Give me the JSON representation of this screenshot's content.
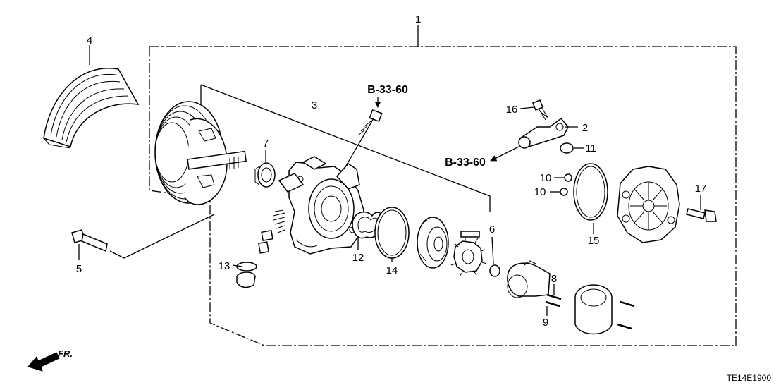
{
  "references": {
    "ref_top": "B-33-60",
    "ref_mid": "B-33-60"
  },
  "callouts": [
    "1",
    "2",
    "3",
    "4",
    "5",
    "6",
    "7",
    "8",
    "9",
    "10",
    "10",
    "11",
    "12",
    "13",
    "14",
    "15",
    "16",
    "17"
  ],
  "direction": {
    "label": "FR."
  },
  "diagram_code": "TE14E1900"
}
